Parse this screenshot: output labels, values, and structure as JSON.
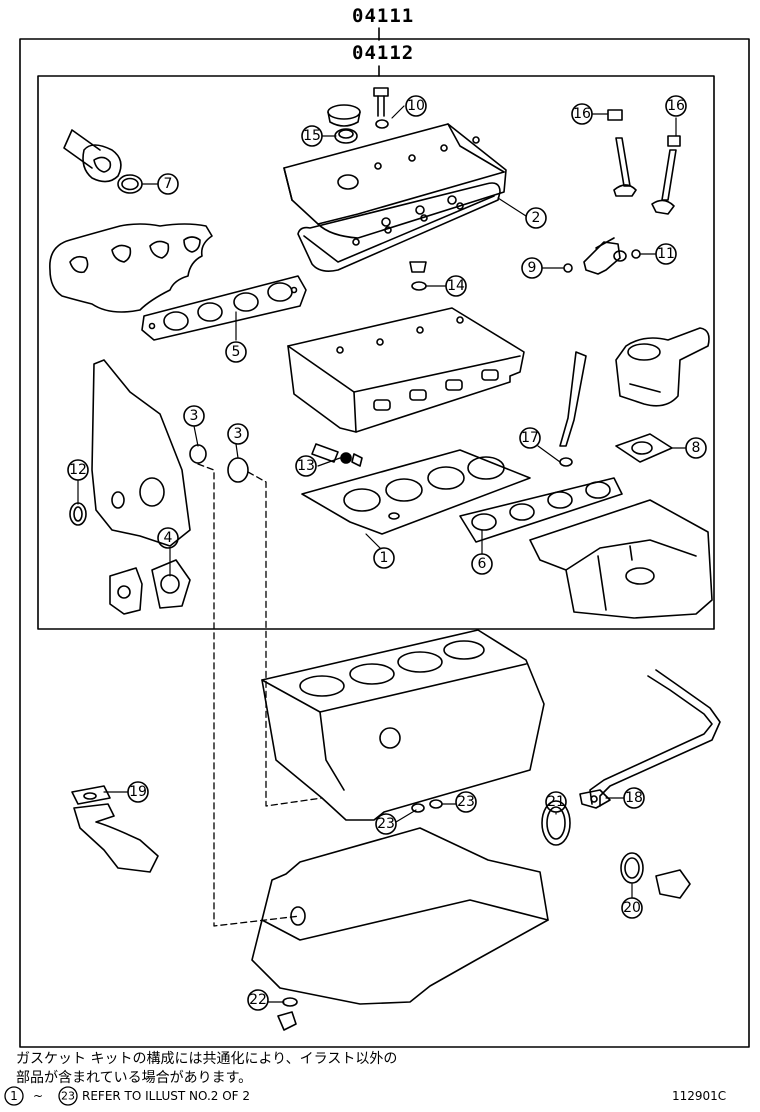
{
  "header": {
    "outer_kit_code": "04111",
    "inner_kit_code": "04112"
  },
  "callouts": [
    {
      "id": "c1",
      "num": "1"
    },
    {
      "id": "c2",
      "num": "2"
    },
    {
      "id": "c3a",
      "num": "3"
    },
    {
      "id": "c3b",
      "num": "3"
    },
    {
      "id": "c4",
      "num": "4"
    },
    {
      "id": "c5",
      "num": "5"
    },
    {
      "id": "c6",
      "num": "6"
    },
    {
      "id": "c7",
      "num": "7"
    },
    {
      "id": "c8",
      "num": "8"
    },
    {
      "id": "c9",
      "num": "9"
    },
    {
      "id": "c10",
      "num": "10"
    },
    {
      "id": "c11",
      "num": "11"
    },
    {
      "id": "c12",
      "num": "12"
    },
    {
      "id": "c13",
      "num": "13"
    },
    {
      "id": "c14",
      "num": "14"
    },
    {
      "id": "c15",
      "num": "15"
    },
    {
      "id": "c16a",
      "num": "16"
    },
    {
      "id": "c16b",
      "num": "16"
    },
    {
      "id": "c17",
      "num": "17"
    },
    {
      "id": "c18",
      "num": "18"
    },
    {
      "id": "c19",
      "num": "19"
    },
    {
      "id": "c20",
      "num": "20"
    },
    {
      "id": "c21",
      "num": "21"
    },
    {
      "id": "c22",
      "num": "22"
    },
    {
      "id": "c23a",
      "num": "23"
    },
    {
      "id": "c23b",
      "num": "23"
    }
  ],
  "footer": {
    "note_line1": "ガスケット キットの構成には共通化により、イラスト以外の",
    "note_line2": "部品が含まれている場合があります。",
    "ref_start": "1",
    "ref_tilde": "~",
    "ref_end": "23",
    "ref_text": "REFER TO ILLUST NO.2 OF 2",
    "illustration_id": "112901C"
  }
}
